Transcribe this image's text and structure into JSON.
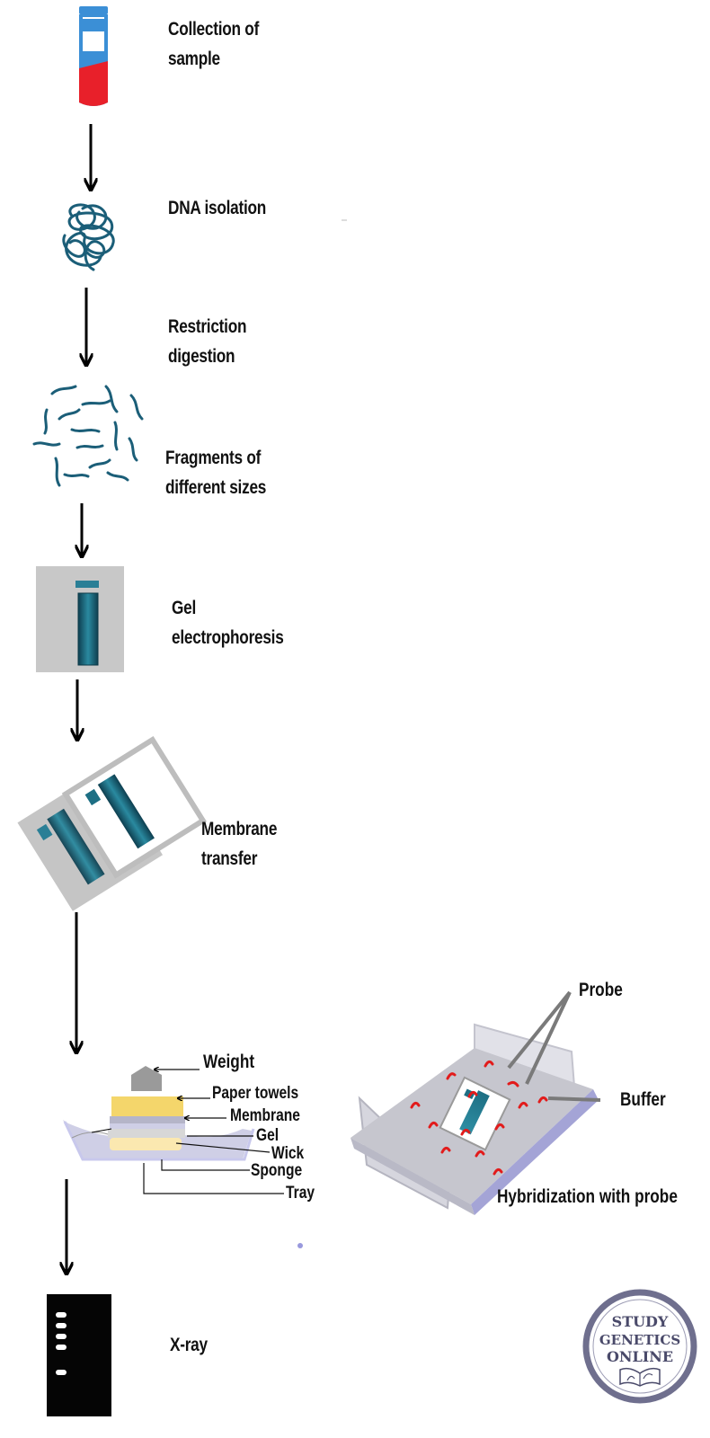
{
  "steps": [
    {
      "line1": "Collection of",
      "line2": "sample"
    },
    {
      "line1": "DNA isolation"
    },
    {
      "line1": "Restriction",
      "line2": "digestion"
    },
    {
      "line1": "Fragments of",
      "line2": "different sizes"
    },
    {
      "line1": "Gel",
      "line2": "electrophoresis"
    },
    {
      "line1": "Membrane",
      "line2": "transfer"
    },
    {
      "line1": "X-ray"
    }
  ],
  "blot": {
    "weight": "Weight",
    "paper_towels": "Paper towels",
    "membrane": "Membrane",
    "gel": "Gel",
    "wick": "Wick",
    "sponge": "Sponge",
    "tray": "Tray"
  },
  "hybridization": {
    "probe": "Probe",
    "buffer": "Buffer",
    "caption": "Hybridization with probe"
  },
  "logo": {
    "text": "STUDY GENETICS ONLINE"
  },
  "colors": {
    "dna_strand": "#1b5e78",
    "gel_band": "#2a7f96",
    "tube_top": "#3b8fd6",
    "blood": "#e8202a",
    "probe": "#e21b1b",
    "tray": "#cfcfe6"
  }
}
